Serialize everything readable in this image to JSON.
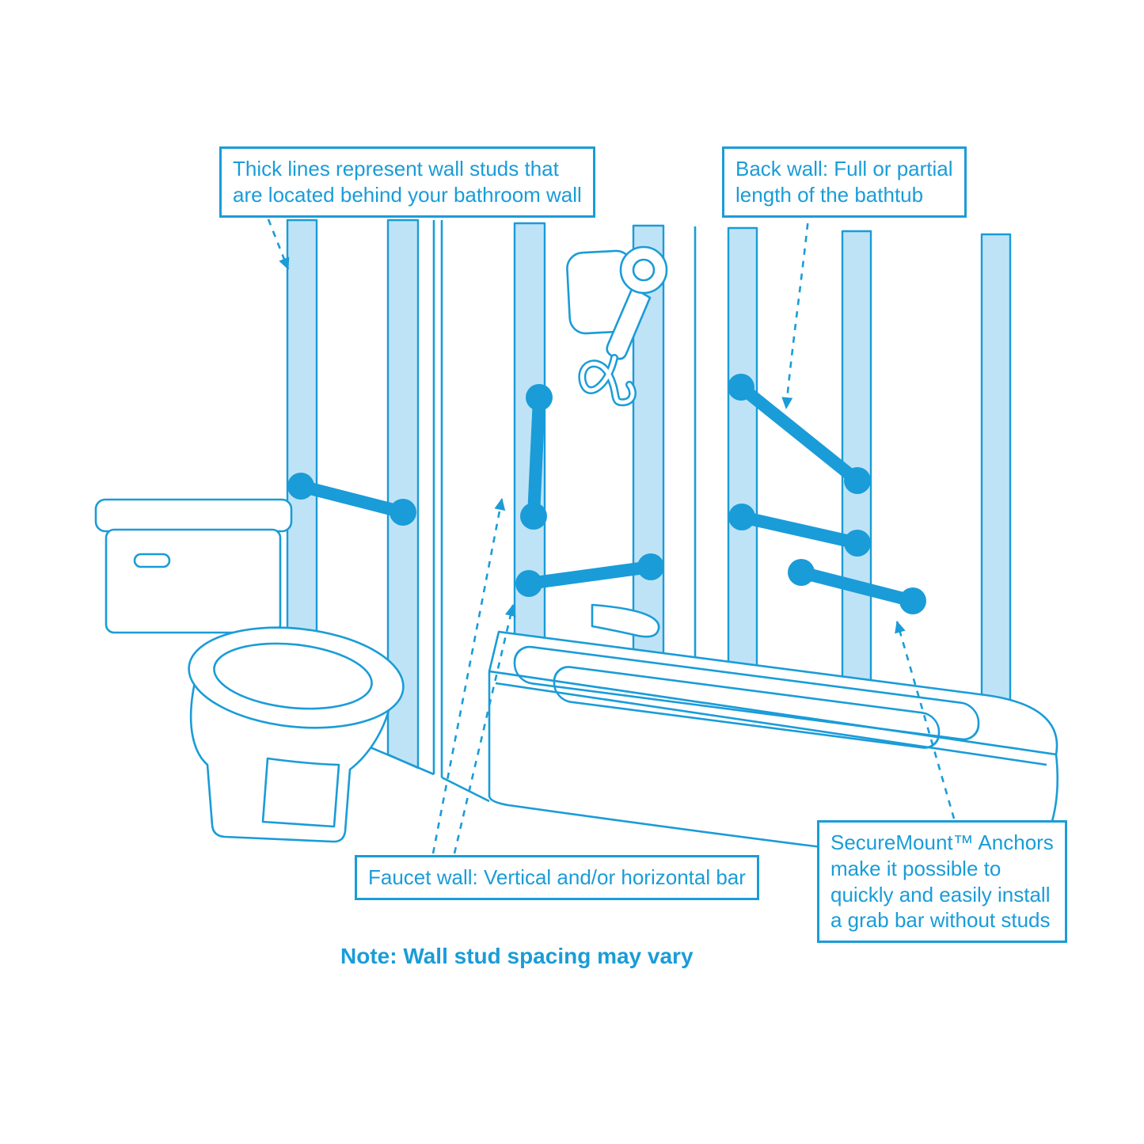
{
  "colors": {
    "line": "#1A9CD8",
    "stud_fill": "#BFE3F6",
    "text": "#1A9CD8"
  },
  "callouts": {
    "studs": "Thick lines represent wall studs that\nare located behind your bathroom wall",
    "back_wall": "Back wall: Full or partial\nlength of the bathtub",
    "faucet_wall": "Faucet wall: Vertical and/or horizontal bar",
    "securemount": "SecureMount™ Anchors\nmake it possible to\nquickly and easily install\na grab bar without studs"
  },
  "note": "Note: Wall stud spacing may vary",
  "illustration": {
    "elements": [
      "wall-studs",
      "toilet",
      "bathtub",
      "handheld-shower",
      "faucet-spout",
      "grab-bars",
      "dashed-annotation-arrows"
    ]
  }
}
